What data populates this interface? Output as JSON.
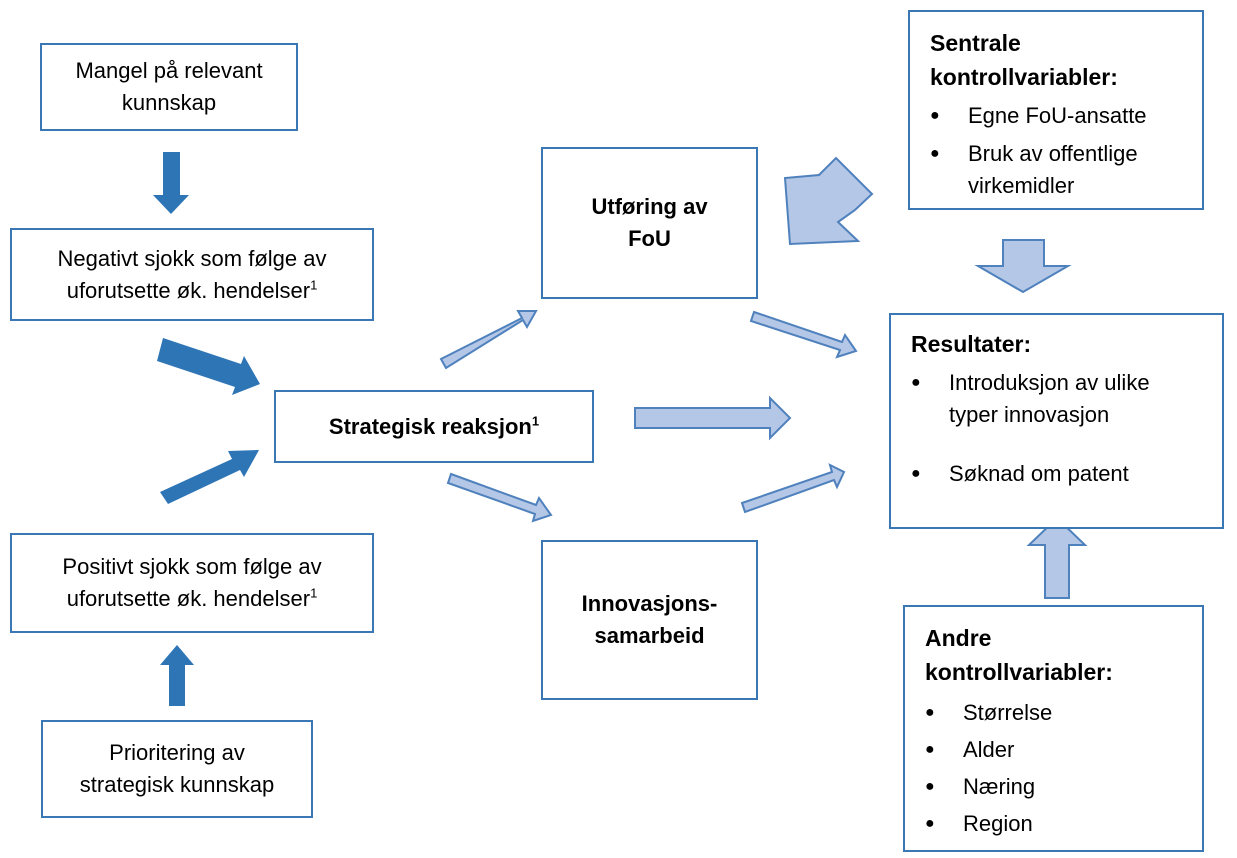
{
  "boxes": {
    "mangel": "Mangel på relevant kunnskap",
    "negativt": "Negativt sjokk som følge av uforutsette øk. hendelser",
    "negativt_sup": "1",
    "strategisk": "Strategisk reaksjon",
    "strategisk_sup": "1",
    "positivt": "Positivt sjokk som følge av uforutsette øk. hendelser",
    "positivt_sup": "1",
    "prioritering": "Prioritering av strategisk kunnskap",
    "utforing": "Utføring av FoU",
    "innovasjon": "Innovasjons-samarbeid"
  },
  "sentrale": {
    "title": "Sentrale kontrollvariabler:",
    "items": [
      "Egne FoU-ansatte",
      "Bruk av offentlige virkemidler"
    ]
  },
  "resultater": {
    "title": "Resultater:",
    "items": [
      "Introduksjon av ulike typer innovasjon",
      "Søknad om patent"
    ]
  },
  "andre": {
    "title": "Andre kontrollvariabler:",
    "items": [
      "Størrelse",
      "Alder",
      "Næring",
      "Region"
    ]
  },
  "colors": {
    "box_border": "#3a78b5",
    "solid_arrow": "#2e75b6",
    "light_arrow_fill": "#b4c7e7",
    "light_arrow_stroke": "#4f81bd"
  }
}
